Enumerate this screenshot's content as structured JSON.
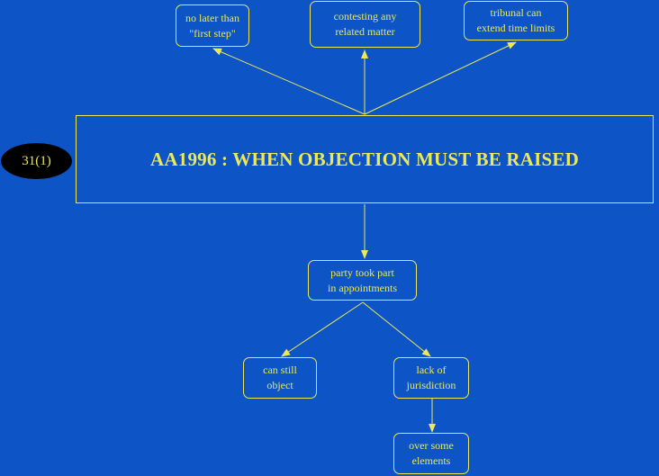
{
  "title": "AA1996 : WHEN OBJECTION MUST BE RAISED",
  "section_ref": "31(1)",
  "nodes": {
    "first_step": {
      "line1": "no later than",
      "line2": "\"first step\""
    },
    "contesting": {
      "line1": "contesting any",
      "line2": "related matter"
    },
    "extend": {
      "line1": "tribunal can",
      "line2": "extend time limits"
    },
    "party": {
      "line1": "party took part",
      "line2": "in appointments"
    },
    "can_object": {
      "line1": "can still",
      "line2": "object"
    },
    "jurisdiction": {
      "line1": "lack of",
      "line2": "jurisdiction"
    },
    "elements": {
      "line1": "over some",
      "line2": "elements"
    }
  },
  "colors": {
    "background": "#0d55c7",
    "accent": "#ece85a",
    "oval": "#000000"
  }
}
